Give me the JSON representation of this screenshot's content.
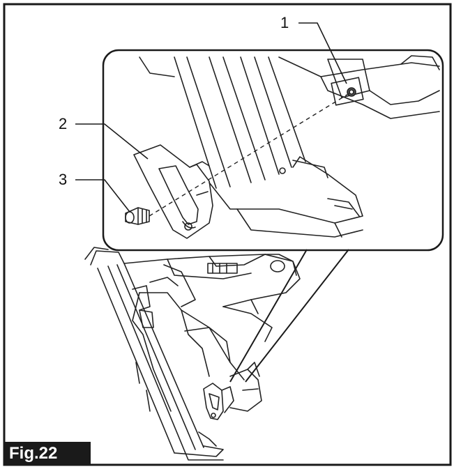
{
  "figure": {
    "label": "Fig.22",
    "callouts": [
      {
        "number": "1",
        "target": "screw-hole"
      },
      {
        "number": "2",
        "target": "hook"
      },
      {
        "number": "3",
        "target": "screw"
      }
    ]
  },
  "colors": {
    "line": "#1a1a1a",
    "background": "#ffffff",
    "label_bg": "#1a1a1a",
    "label_text": "#ffffff"
  }
}
